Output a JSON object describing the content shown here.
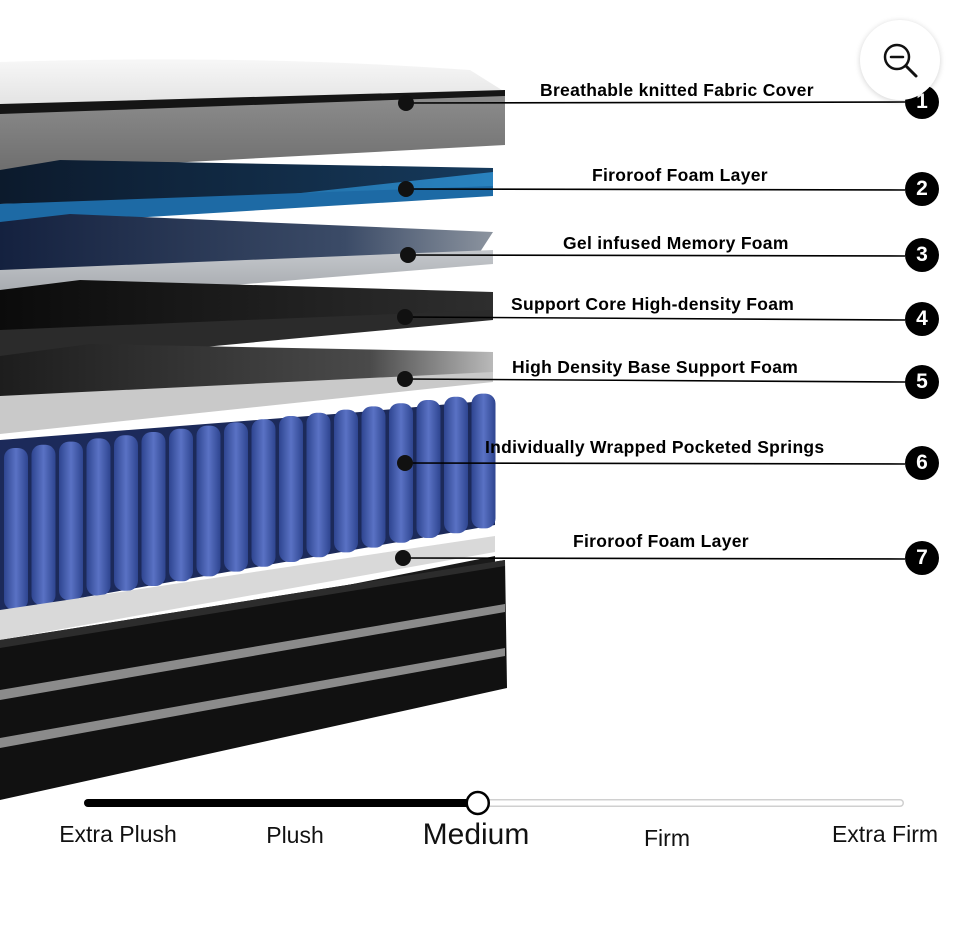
{
  "layers": [
    {
      "number": "1",
      "label": "Breathable knitted Fabric Cover"
    },
    {
      "number": "2",
      "label": "Firoroof Foam Layer"
    },
    {
      "number": "3",
      "label": "Gel infused Memory Foam"
    },
    {
      "number": "4",
      "label": "Support Core High-density Foam"
    },
    {
      "number": "5",
      "label": "High Density Base Support Foam"
    },
    {
      "number": "6",
      "label": "Individually Wrapped Pocketed Springs"
    },
    {
      "number": "7",
      "label": "Firoroof Foam Layer"
    }
  ],
  "firmness": {
    "levels": [
      "Extra Plush",
      "Plush",
      "Medium",
      "Firm",
      "Extra Firm"
    ],
    "selected": "Medium",
    "value_fraction": 0.48
  },
  "zoom": {
    "icon": "zoom-out-icon"
  },
  "colors": {
    "blue_foam": "#1b6aa3",
    "springs": "#3f57a6",
    "dark": "#141414",
    "grey": "#7a7a7a"
  }
}
